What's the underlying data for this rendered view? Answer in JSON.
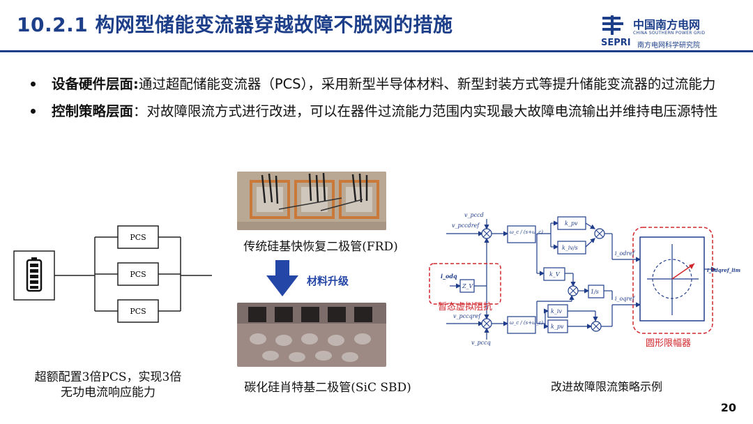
{
  "title": "10.2.1 构网型储能变流器穿越故障不脱网的措施",
  "logo": {
    "org_cn": "中国南方电网",
    "org_en": "CHINA SOUTHERN POWER GRID",
    "institute_en": "SEPRI",
    "institute_cn": "南方电网科学研究院"
  },
  "bullets": [
    {
      "bold": "设备硬件层面:",
      "text": "通过超配储能变流器（PCS），采用新型半导体材料、新型封装方式等提升储能变流器的过流能力"
    },
    {
      "bold": "控制策略层面",
      "text": "：对故障限流方式进行改进，可以在器件过流能力范围内实现最大故障电流输出并维持电压源特性"
    }
  ],
  "pcs_diagram": {
    "box_labels": [
      "PCS",
      "PCS",
      "PCS"
    ],
    "caption_line1": "超额配置3倍PCS，实现3倍",
    "caption_line2": "无功电流响应能力"
  },
  "materials": {
    "frd_caption": "传统硅基快恢复二极管(FRD)",
    "upgrade_label": "材料升级",
    "sic_caption": "碳化硅肖特基二极管(SiC SBD)"
  },
  "control_diagram": {
    "caption": "改进故障限流策略示例",
    "virtual_impedance_label": "暂态虚拟阻抗",
    "circular_limiter_label": "圆形限幅器",
    "signals": {
      "vpccd": "v_pccd",
      "vpccdref": "v_pccdref",
      "vpccqref": "v_pccqref",
      "vpccq": "v_pccq",
      "idq": "i_odq",
      "zv": "Z_V",
      "odref": "i_odref",
      "oqref": "i_oqref",
      "out": "i_odqref_lim",
      "kpv1": "k_pv",
      "kivs": "k_iv/s",
      "kv": "k_V",
      "inv_s": "1/s",
      "kiv2": "k_iv",
      "kpv2": "k_pv",
      "lpf1": "ω_c / (s+ω_c)",
      "lpf2": "ω_c / (s+ω_c)"
    }
  },
  "page_number": "20",
  "colors": {
    "brand": "#1d3f8a",
    "accent_red": "#d0262b",
    "diagram_blue": "#1f3d8a"
  }
}
